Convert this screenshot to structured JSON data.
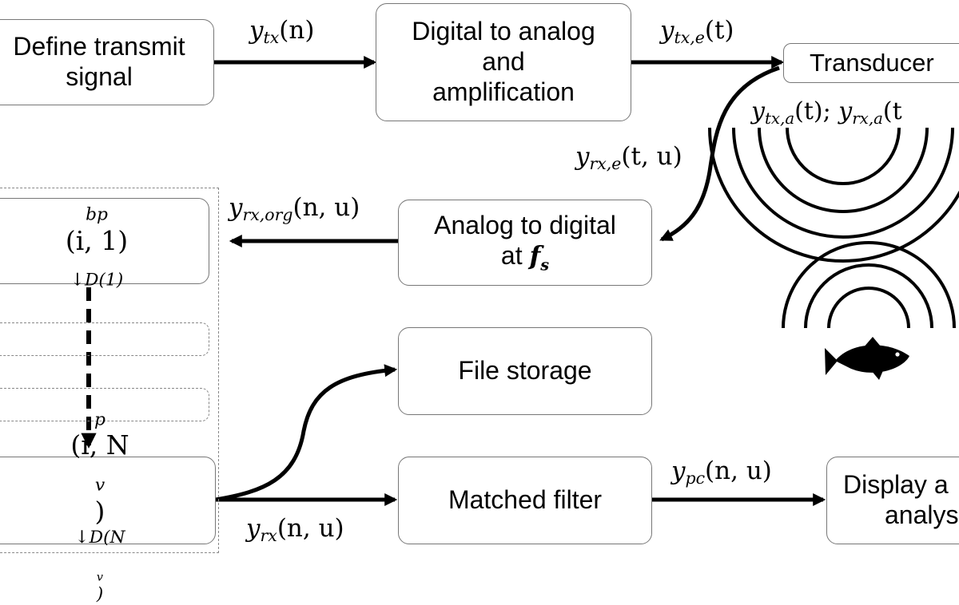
{
  "boxes": {
    "define": [
      "Define transmit",
      "signal"
    ],
    "dac": [
      "Digital to analog",
      "and",
      "amplification"
    ],
    "transducer": [
      "Transducer"
    ],
    "adc_line1": "Analog to digital",
    "adc_line2_prefix": "at",
    "adc_fs": "f",
    "adc_fs_sub": "s",
    "file_storage": [
      "File storage"
    ],
    "matched_filter": [
      "Matched filter"
    ],
    "display": [
      "Display a",
      "analysis"
    ]
  },
  "filter_bank": {
    "first": {
      "base": "bp",
      "args": "(i, 1)",
      "sub": "↓D(1)"
    },
    "last": {
      "base": "p",
      "args": "(i, N",
      "args_sub": "v",
      "args_end": ")",
      "sub": "↓D(N",
      "sub_sub": "v",
      "sub_end": ")"
    }
  },
  "signals": {
    "ytx": {
      "y": "y",
      "sub": "tx",
      "args": "(n)"
    },
    "ytxe": {
      "y": "y",
      "sub": "tx,e",
      "args": "(t)"
    },
    "ytxa": {
      "y1": "y",
      "sub1": "tx,a",
      "args1": "(t); ",
      "y2": "y",
      "sub2": "rx,a",
      "args2": "(t"
    },
    "yrxe": {
      "y": "y",
      "sub": "rx,e",
      "args": "(t, u)"
    },
    "yrxorg": {
      "y": "y",
      "sub": "rx,org",
      "args": "(n, u)"
    },
    "yrx": {
      "y": "y",
      "sub": "rx",
      "args": "(n, u)"
    },
    "ypc": {
      "y": "y",
      "sub": "pc",
      "args": "(n, u)"
    }
  }
}
